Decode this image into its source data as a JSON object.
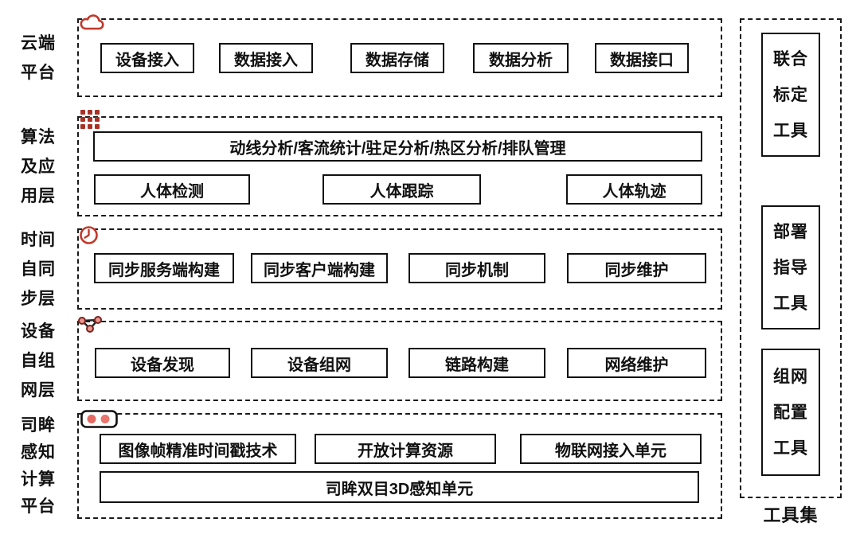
{
  "colors": {
    "accent_red": "#c0392b",
    "icon_dark_red": "#a93226",
    "icon_pink_fill": "#e8968f",
    "border_black": "#1a1a1a"
  },
  "layers": [
    {
      "id": "cloud-platform",
      "label": "云端\n平台",
      "icon": "cloud-icon",
      "boxes": [
        "设备接入",
        "数据接入",
        "数据存储",
        "数据分析",
        "数据接口"
      ]
    },
    {
      "id": "algorithm-application-layer",
      "label": "算法\n及应\n用层",
      "icon": "grid-dots-icon",
      "wide_box": "动线分析/客流统计/驻足分析/热区分析/排队管理",
      "boxes": [
        "人体检测",
        "人体跟踪",
        "人体轨迹"
      ]
    },
    {
      "id": "time-self-sync-layer",
      "label": "时间\n自同\n步层",
      "icon": "clock-icon",
      "boxes": [
        "同步服务端构建",
        "同步客户端构建",
        "同步机制",
        "同步维护"
      ]
    },
    {
      "id": "device-self-network-layer",
      "label": "设备\n自组\n网层",
      "icon": "network-topology-icon",
      "boxes": [
        "设备发现",
        "设备组网",
        "链路构建",
        "网络维护"
      ]
    },
    {
      "id": "simou-perception-platform",
      "label": "司眸\n感知\n计算\n平台",
      "icon": "stereo-camera-icon",
      "boxes": [
        "图像帧精准时间戳技术",
        "开放计算资源",
        "物联网接入单元"
      ],
      "wide_box_bottom": "司眸双目3D感知单元"
    }
  ],
  "toolset": {
    "label": "工具集",
    "tools": [
      "联合\n标定\n工具",
      "部署\n指导\n工具",
      "组网\n配置\n工具"
    ]
  }
}
